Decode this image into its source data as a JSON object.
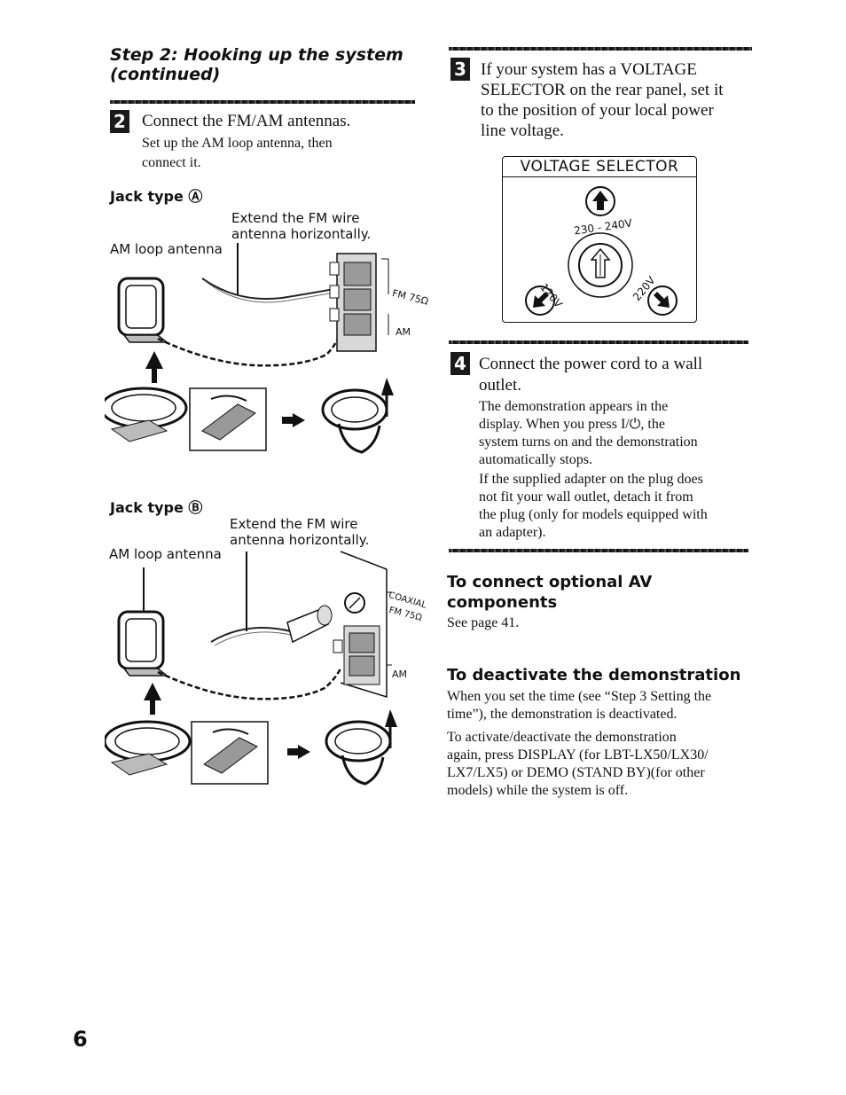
{
  "header": {
    "title_line1": "Step 2: Hooking up the system",
    "title_line2": "(continued)"
  },
  "step2": {
    "number": "2",
    "heading": "Connect the FM/AM antennas.",
    "body_line1": "Set up the AM loop antenna, then",
    "body_line2": "connect it.",
    "jack_a": {
      "title": "Jack type Ⓐ",
      "fm_note_line1": "Extend the FM wire",
      "fm_note_line2": "antenna horizontally.",
      "am_label": "AM loop antenna",
      "fm_terminal": "FM 75Ω",
      "am_terminal": "AM"
    },
    "jack_b": {
      "title": "Jack type Ⓑ",
      "fm_note_line1": "Extend the FM wire",
      "fm_note_line2": "antenna horizontally.",
      "am_label": "AM loop antenna",
      "coaxial_terminal": "COAXIAL",
      "fm_terminal": "FM 75Ω",
      "am_terminal": "AM"
    }
  },
  "step3": {
    "number": "3",
    "line1": "If your system has a VOLTAGE",
    "line2": "SELECTOR on the rear panel, set it",
    "line3": "to the position of your local power",
    "line4": "line voltage.",
    "selector_title": "VOLTAGE SELECTOR",
    "v_230": "230 - 240V",
    "v_120": "120V",
    "v_220": "220V"
  },
  "step4": {
    "number": "4",
    "heading_line1": "Connect the power cord to a wall",
    "heading_line2": "outlet.",
    "p1_line1": "The demonstration appears in the",
    "p1_line2": "display. When you press I/⏻, the",
    "p1_line3": "system turns on and the demonstration",
    "p1_line4": "automatically stops.",
    "p2_line1": "If the supplied adapter on the plug does",
    "p2_line2": "not fit your wall outlet, detach it from",
    "p2_line3": "the plug (only for models equipped with",
    "p2_line4": "an adapter)."
  },
  "optional_av": {
    "heading_line1": "To connect optional AV",
    "heading_line2": "components",
    "body": "See page 41."
  },
  "deactivate": {
    "heading": "To deactivate the demonstration",
    "p1_line1": "When you set the time (see “Step 3 Setting the",
    "p1_line2": "time”), the demonstration is deactivated.",
    "p2_line1": "To activate/deactivate the demonstration",
    "p2_line2": "again, press DISPLAY (for LBT-LX50/LX30/",
    "p2_line3": "LX7/LX5) or DEMO (STAND BY)(for other",
    "p2_line4": "models) while the system is off."
  },
  "page_number": "6"
}
